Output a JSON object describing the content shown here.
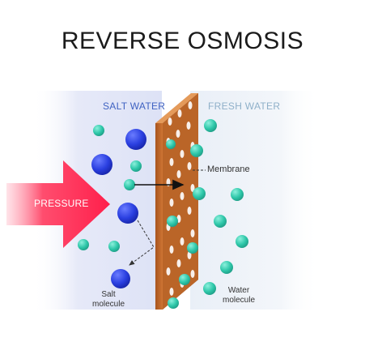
{
  "title": "REVERSE OSMOSIS",
  "labels": {
    "salt_water": "SALT WATER",
    "fresh_water": "FRESH WATER",
    "pressure": "PRESSURE",
    "membrane": "Membrane",
    "salt_molecule_line1": "Salt",
    "salt_molecule_line2": "molecule",
    "water_molecule_line1": "Water",
    "water_molecule_line2": "molecule"
  },
  "colors": {
    "salt_molecule": "#2438d8",
    "water_molecule": "#2fc4a8",
    "membrane": "#c46a2c",
    "pressure_arrow": "#ff2d55",
    "salt_zone": "#e3e7f8",
    "fresh_zone": "#eef3f8"
  }
}
